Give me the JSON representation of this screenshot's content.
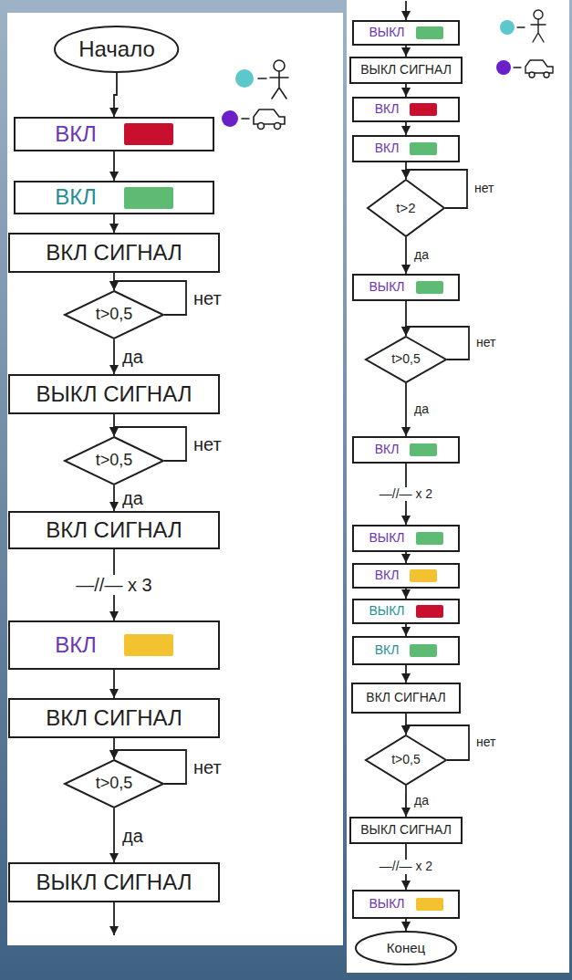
{
  "diagram": {
    "nodes": [
      {
        "text": [
          "Начало"
        ]
      },
      {
        "text": [
          "ВКЛ"
        ]
      },
      {
        "text": [
          "ВКЛ"
        ]
      },
      {
        "text": [
          "ВКЛ СИГНАЛ"
        ]
      },
      {
        "text": [
          "t>0,5"
        ]
      },
      {
        "text": [
          "ВЫКЛ СИГНАЛ"
        ]
      },
      {
        "text": [
          "t>0,5"
        ]
      },
      {
        "text": [
          "ВКЛ СИГНАЛ"
        ]
      },
      {
        "text": [
          "ВКЛ"
        ]
      },
      {
        "text": [
          "ВКЛ СИГНАЛ"
        ]
      },
      {
        "text": [
          "t>0,5"
        ]
      },
      {
        "text": [
          "ВЫКЛ СИГНАЛ"
        ]
      },
      {
        "text": [
          "ВЫКЛ"
        ]
      },
      {
        "text": [
          "ВЫКЛ СИГНАЛ"
        ]
      },
      {
        "text": [
          "ВКЛ"
        ]
      },
      {
        "text": [
          "ВКЛ"
        ]
      },
      {
        "text": [
          "t>2"
        ]
      },
      {
        "text": [
          "ВЫКЛ"
        ]
      },
      {
        "text": [
          "t>0,5"
        ]
      },
      {
        "text": [
          "ВКЛ"
        ]
      },
      {
        "text": [
          "ВЫКЛ"
        ]
      },
      {
        "text": [
          "ВКЛ"
        ]
      },
      {
        "text": [
          "ВЫКЛ"
        ]
      },
      {
        "text": [
          "ВКЛ"
        ]
      },
      {
        "text": [
          "ВКЛ СИГНАЛ"
        ]
      },
      {
        "text": [
          "t>0,5"
        ]
      },
      {
        "text": [
          "ВЫКЛ СИГНАЛ"
        ]
      },
      {
        "text": [
          "ВЫКЛ"
        ]
      },
      {
        "text": [
          "Конец"
        ]
      }
    ],
    "edges": [
      {
        "from": 0,
        "to": 1,
        "arrow": "to"
      },
      {
        "from": 1,
        "to": 2,
        "arrow": "to"
      },
      {
        "from": 2,
        "to": 3,
        "arrow": "to"
      },
      {
        "from": 3,
        "to": 4,
        "arrow": "to"
      },
      {
        "from": 4,
        "to": 4,
        "label": "нет",
        "arrow": "to"
      },
      {
        "from": 4,
        "to": 5,
        "label": "да",
        "arrow": "to"
      },
      {
        "from": 5,
        "to": 6,
        "arrow": "to"
      },
      {
        "from": 6,
        "to": 6,
        "label": "нет",
        "arrow": "to"
      },
      {
        "from": 6,
        "to": 7,
        "label": "да",
        "arrow": "to"
      },
      {
        "from": 7,
        "to": 8,
        "label": "—//— x 3",
        "arrow": "to"
      },
      {
        "from": 8,
        "to": 9,
        "arrow": "to"
      },
      {
        "from": 9,
        "to": 10,
        "arrow": "to"
      },
      {
        "from": 10,
        "to": 10,
        "label": "нет",
        "arrow": "to"
      },
      {
        "from": 10,
        "to": 11,
        "label": "да",
        "arrow": "to"
      },
      {
        "from": 12,
        "to": 13,
        "arrow": "to"
      },
      {
        "from": 13,
        "to": 14,
        "arrow": "to"
      },
      {
        "from": 14,
        "to": 15,
        "arrow": "to"
      },
      {
        "from": 15,
        "to": 16,
        "arrow": "to"
      },
      {
        "from": 16,
        "to": 16,
        "label": "нет",
        "arrow": "to"
      },
      {
        "from": 16,
        "to": 17,
        "label": "да",
        "arrow": "to"
      },
      {
        "from": 17,
        "to": 18,
        "arrow": "to"
      },
      {
        "from": 18,
        "to": 18,
        "label": "нет",
        "arrow": "to"
      },
      {
        "from": 18,
        "to": 19,
        "label": "да",
        "arrow": "to"
      },
      {
        "from": 19,
        "to": 20,
        "label": "—//— x 2",
        "arrow": "to"
      },
      {
        "from": 20,
        "to": 21,
        "arrow": "to"
      },
      {
        "from": 21,
        "to": 22,
        "arrow": "to"
      },
      {
        "from": 22,
        "to": 23,
        "arrow": "to"
      },
      {
        "from": 23,
        "to": 24,
        "arrow": "to"
      },
      {
        "from": 24,
        "to": 25,
        "arrow": "to"
      },
      {
        "from": 25,
        "to": 25,
        "label": "нет",
        "arrow": "to"
      },
      {
        "from": 25,
        "to": 26,
        "label": "да",
        "arrow": "to"
      },
      {
        "from": 26,
        "to": 27,
        "label": "—//— x 2",
        "arrow": "to"
      },
      {
        "from": 27,
        "to": 28,
        "arrow": "to"
      }
    ]
  }
}
